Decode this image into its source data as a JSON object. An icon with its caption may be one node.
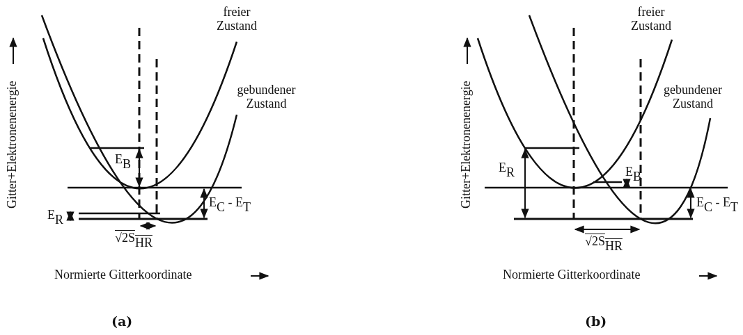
{
  "diagram": {
    "labels": [
      "freier Zustand",
      "gebundener Zustand",
      "Gitter+Elektronenenergie",
      "E$_{B}$",
      "E$_{C}$ - E$_{T}$",
      "E$_{R}$",
      "√2S$_{HR}$",
      "Normierte Gitterkoordinate",
      "(a)",
      "freier Zustand",
      "gebundener Zustand",
      "Gitter+Elektronenenergie",
      "E$_{R}$",
      "E$_{B}$",
      "E$_{C}$ - E$_{T}$",
      "√2S$_{HR}$",
      "Normierte Gitterkoordinate",
      "(b)"
    ]
  }
}
